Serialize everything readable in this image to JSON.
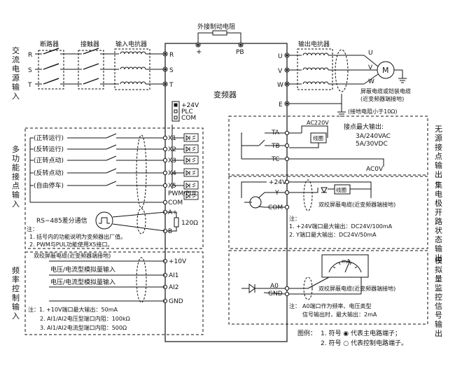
{
  "left_labels": {
    "ac_input": [
      "交",
      "流",
      "电",
      "源",
      "输",
      "入"
    ],
    "multi_func": [
      "多",
      "功",
      "能",
      "接",
      "点",
      "输",
      "入"
    ],
    "freq_ctrl": [
      "频",
      "率",
      "控",
      "制",
      "输",
      "入"
    ]
  },
  "right_labels": {
    "relay_out": [
      "无",
      "源",
      "接",
      "点",
      "输",
      "出"
    ],
    "oc_out": [
      "集",
      "电",
      "极",
      "开",
      "路",
      "状",
      "态",
      "输",
      "出"
    ],
    "analog_out": [
      "模",
      "拟",
      "量",
      "监",
      "控",
      "信",
      "号",
      "输",
      "出"
    ]
  },
  "top": {
    "breaker": "断路器",
    "contactor": "接触器",
    "input_reactor": "输入电抗器",
    "brake_resistor": "外接制动电阻",
    "output_reactor": "输出电抗器",
    "plus": "+",
    "pb": "PB",
    "inverter": "变频器",
    "motor": "M",
    "shield_note": "屏蔽电缆或铠装电缆",
    "shield_note2": "(近变频器端接地)",
    "ground_note": "(接地电阻小于10Ω)"
  },
  "phases_in": [
    "R",
    "S",
    "T"
  ],
  "phases_out": [
    "U",
    "V",
    "W"
  ],
  "terminals": {
    "in_r": "R",
    "in_s": "S",
    "in_t": "T",
    "out_u": "U",
    "out_v": "V",
    "out_w": "W",
    "out_e": "E",
    "p24": "+24V",
    "plc": "PLC",
    "com": "COM",
    "x1": "X1",
    "x2": "X2",
    "x3": "X3",
    "x4": "X4",
    "x5": "X5",
    "pwm": "PWM/PUL",
    "com2": "COM",
    "a_plus": "A+",
    "b_minus": "B−",
    "p10v": "+10V",
    "ai1": "AI1",
    "ai2": "AI2",
    "gnd": "GND",
    "ta": "TA",
    "tb": "TB",
    "tc": "TC",
    "y24": "+24V",
    "y": "Y",
    "ycom": "COM",
    "a0": "A0",
    "a0gnd": "GND"
  },
  "inputs": {
    "fwd_run": "(正转运行)",
    "rev_run": "(反转运行)",
    "fwd_jog": "(正转点动)",
    "rev_jog": "(反转点动)",
    "free_stop": "(自由停车)",
    "rs485": "RS−485差分通信",
    "r120": "120Ω",
    "note1_title": "注：",
    "note1_1": "1. 括号内的功能说明为变频器出厂值。",
    "note1_2": "2. PWM与PUL功能使用X5接口。",
    "twisted": "双绞屏蔽电缆(近变频器端接地)",
    "v_in1": "电压/电流型模拟量输入",
    "v_in2": "电压/电流型模拟量输入",
    "note2_1": "注：1. +10V端口最大输出：50mA",
    "note2_2": "2. AI1/AI2电压型端口内阻：100kΩ",
    "note2_3": "3. AI1/AI2电流型端口内阻：500Ω"
  },
  "relay": {
    "ac220": "AC220V",
    "coil": "线圈",
    "max_title": "接点最大输出:",
    "max1": "3A/240VAC",
    "max2": "5A/30VDC",
    "acov": "AC0V"
  },
  "oc": {
    "twisted": "双绞屏蔽电缆(近变频器端接地)",
    "note_title": "注：",
    "note1": "1. +24V端口最大输出：DC24V/100mA",
    "note2": "2. Y端口最大输出：DC24V/50mA",
    "coil": "线圈"
  },
  "analog": {
    "gauge": "mA",
    "twisted": "双绞屏蔽电缆(近变频器端接地)",
    "note_title": "注：",
    "note1": "A0端口作为频率、电压类型",
    "note2": "信号输出时，最大输出：2mA"
  },
  "legend": {
    "title": "图例：",
    "item1": "1. 符号 ◉ 代表主电路端子；",
    "item2": "2. 符号 ○ 代表控制电路端子。"
  }
}
